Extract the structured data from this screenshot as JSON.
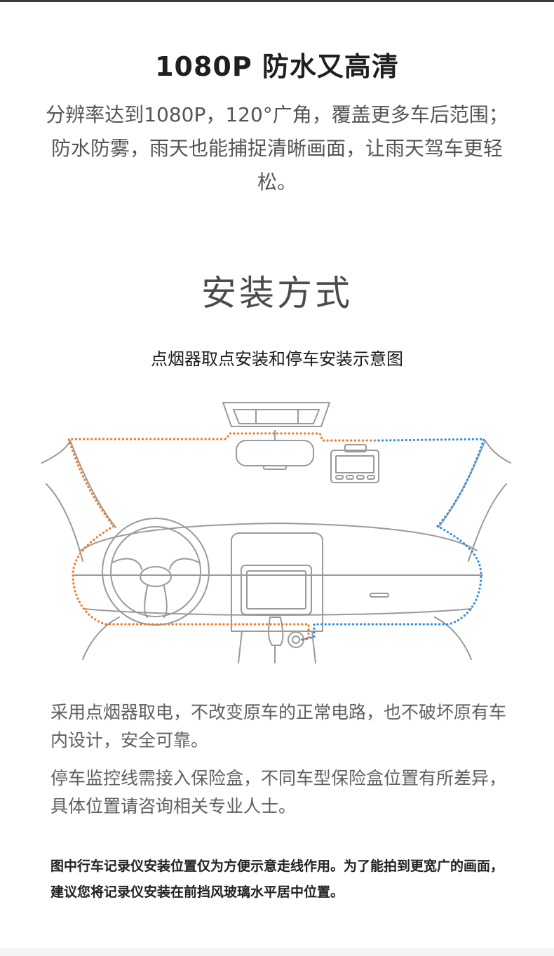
{
  "feature": {
    "title": "1080P  防水又高清",
    "description": "分辨率达到1080P，120°广角，覆盖更多车后范围；防水防雾，雨天也能捕捉清晰画面，让雨天驾车更轻松。"
  },
  "installation": {
    "section_title": "安装方式",
    "diagram_caption": "点烟器取点安装和停车安装示意图",
    "paragraph_1": "采用点烟器取电，不改变原车的正常电路，也不破坏原有车内设计，安全可靠。",
    "paragraph_2": "停车监控线需接入保险盒，不同车型保险盒位置有所差异，具体位置请咨询相关专业人士。",
    "note": "图中行车记录仪安装位置仅为方便示意走线作用。为了能拍到更宽广的画面，建议您将记录仪安装在前挡风玻璃水平居中位置。"
  },
  "colors": {
    "cigarette_lighter_route": "#f07a2a",
    "parking_monitor_route": "#2f8de4",
    "line_art": "#9a9a9a"
  }
}
